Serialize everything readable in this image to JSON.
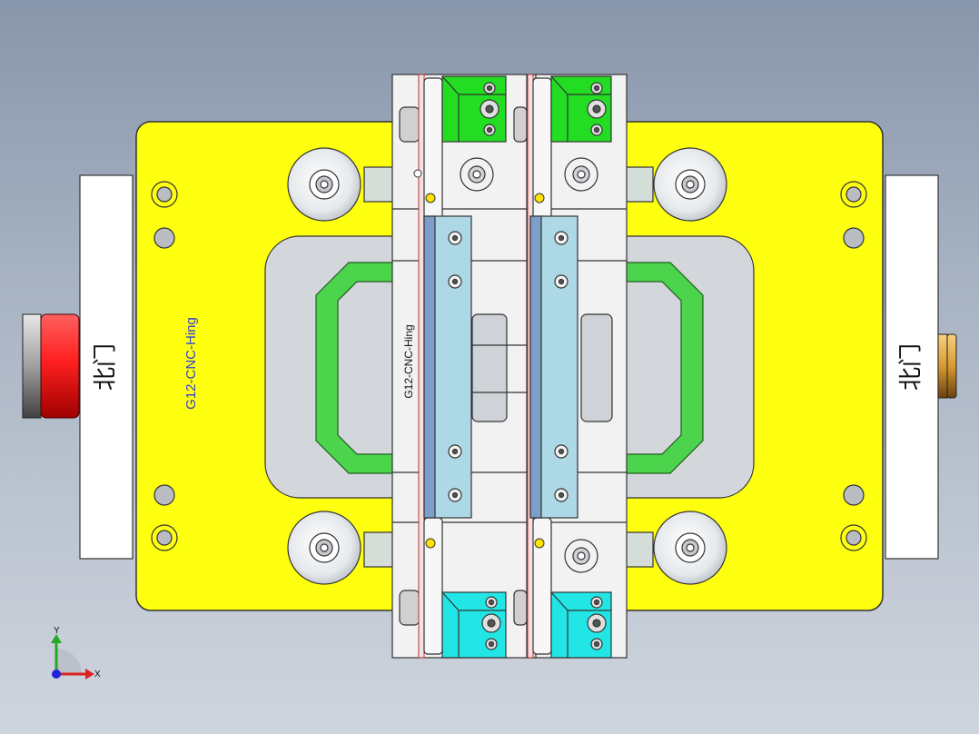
{
  "model": {
    "part_label_vertical": "G12-CNC-Hing",
    "part_label_center": "G12-CNC-Hing",
    "side_label_left": "北门",
    "side_label_right": "北门"
  },
  "triad": {
    "x_label": "X",
    "y_label": "Y"
  },
  "colors": {
    "background_top": "#8896ab",
    "background_bottom": "#cfd5de",
    "base_plate": "#ffff10",
    "green_loop": "#4cd44c",
    "green_block": "#22dd22",
    "cyan_block": "#22e6e6",
    "blue_bar": "#add8e6",
    "red_knob": "#ff2020",
    "brass_knob": "#d89a30"
  }
}
